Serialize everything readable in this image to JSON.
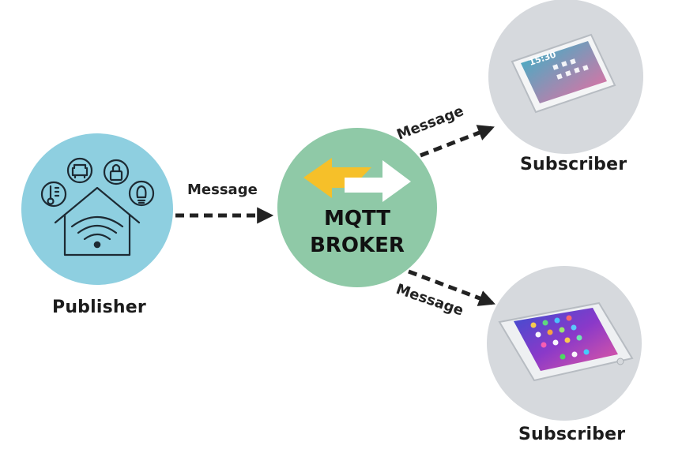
{
  "diagram": {
    "publisher": {
      "label": "Publisher",
      "color": "#8ecfe0"
    },
    "broker": {
      "line1": "MQTT",
      "line2": "BROKER",
      "color": "#8fc9a7",
      "arrow_yellow": "#f6c029",
      "arrow_white": "#ffffff"
    },
    "subscriber_top": {
      "label": "Subscriber",
      "color": "#d6d9dd"
    },
    "subscriber_bottom": {
      "label": "Subscriber",
      "color": "#d6d9dd"
    },
    "edges": {
      "publisher_to_broker": "Message",
      "broker_to_top": "Message",
      "broker_to_bottom": "Message"
    },
    "tablet_clock": "15:30"
  }
}
